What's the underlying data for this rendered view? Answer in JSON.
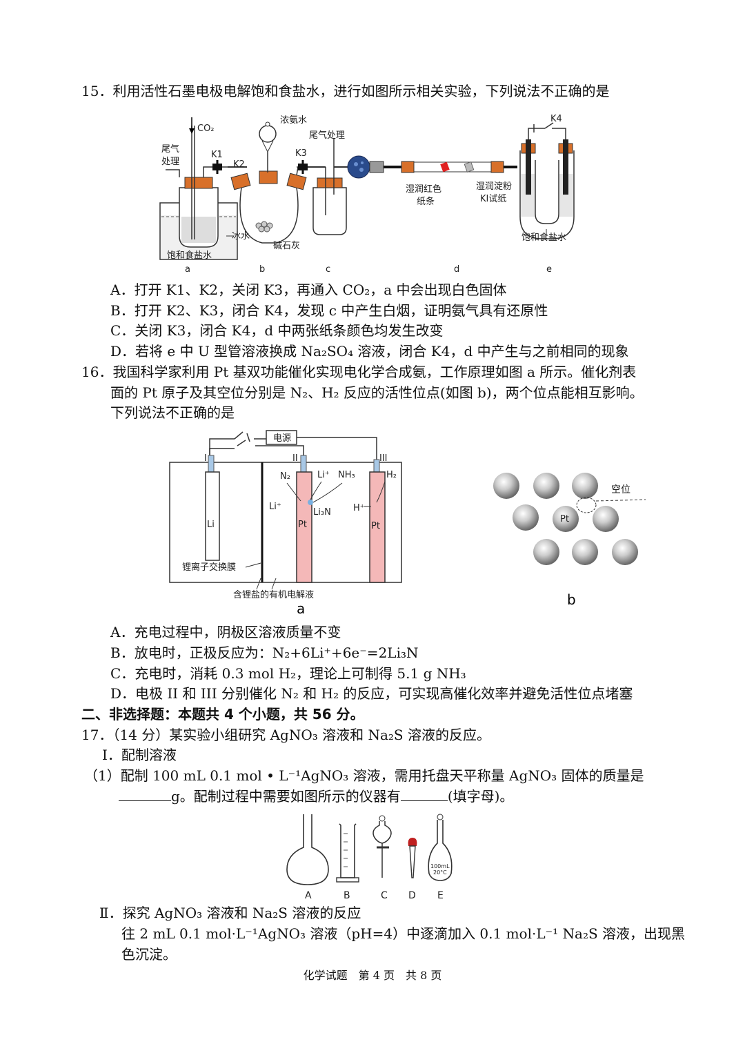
{
  "q15": {
    "stem": "15．利用活性石墨电极电解饱和食盐水，进行如图所示相关实验，下列说法不正确的是",
    "figure": {
      "co2": "CO₂",
      "tail_gas_a_1": "尾气",
      "tail_gas_a_2": "处理",
      "k1": "K1",
      "k2": "K2",
      "k3": "K3",
      "k4": "K4",
      "ammonia": "浓氨水",
      "tail_gas_c": "尾气处理",
      "ice_water": "冰水",
      "soda_lime": "碱石灰",
      "brine_a": "饱和食盐水",
      "wet_red_1": "湿润红色",
      "wet_red_2": "纸条",
      "wet_ki_1": "湿润淀粉",
      "wet_ki_2": "KI试纸",
      "brine_e": "饱和食盐水",
      "label_a": "a",
      "label_b": "b",
      "label_c": "c",
      "label_d": "d",
      "label_e": "e"
    },
    "options": [
      "A．打开 K1、K2，关闭 K3，再通入 CO₂，a 中会出现白色固体",
      "B．打开 K2、K3，闭合 K4，发现 c 中产生白烟，证明氨气具有还原性",
      "C．关闭 K3，闭合 K4，d 中两张纸条颜色均发生改变",
      "D．若将 e 中 U 型管溶液换成 Na₂SO₄ 溶液，闭合 K4，d 中产生与之前相同的现象"
    ]
  },
  "q16": {
    "stem_1": "16．我国科学家利用 Pt 基双功能催化实现电化学合成氨，工作原理如图 a 所示。催化剂表",
    "stem_2": "面的 Pt 原子及其空位分别是 N₂、H₂ 反应的活性位点(如图 b)，两个位点能相互影响。",
    "stem_3": "下列说法不正确的是",
    "figure_a": {
      "power": "电源",
      "e1": "I",
      "e2": "II",
      "e3": "III",
      "li": "Li",
      "pt": "Pt",
      "n2": "N₂",
      "li_plus_top": "Li⁺",
      "nh3": "NH₃",
      "h2": "H₂",
      "li_plus_left": "Li⁺",
      "li3n": "Li₃N",
      "h_plus": "H⁺",
      "membrane": "锂离子交换膜",
      "electrolyte": "含锂盐的有机电解液",
      "caption": "a"
    },
    "figure_b": {
      "vacancy": "空位",
      "pt": "Pt",
      "caption": "b"
    },
    "options": [
      "A．充电过程中，阴极区溶液质量不变",
      "B．放电时，正极反应为：N₂+6Li⁺+6e⁻=2Li₃N",
      "C．充电时，消耗 0.3 mol H₂，理论上可制得 5.1 g NH₃",
      "D．电极 II 和 III 分别催化 N₂ 和 H₂ 的反应，可实现高催化效率并避免活性位点堵塞"
    ]
  },
  "section2": "二、非选择题：本题共 4 个小题，共 56 分。",
  "q17": {
    "stem": "17．（14 分）某实验小组研究 AgNO₃ 溶液和 Na₂S 溶液的反应。",
    "part1": "Ⅰ．配制溶液",
    "sub1_line1": "（1）配制 100 mL 0.1 mol • L⁻¹AgNO₃ 溶液，需用托盘天平称量 AgNO₃ 固体的质量是",
    "sub1_line2a": "g。配制过程中需要如图所示的仪器有",
    "sub1_line2b": "(填字母)。",
    "instr": {
      "a": "A",
      "b": "B",
      "c": "C",
      "d": "D",
      "e": "E",
      "flask_text_1": "100mL",
      "flask_text_2": "20°C"
    },
    "part2": "Ⅱ．探究 AgNO₃ 溶液和 Na₂S 溶液的反应",
    "part2_line1": "往 2 mL 0.1 mol·L⁻¹AgNO₃ 溶液（pH=4）中逐滴加入 0.1 mol·L⁻¹ Na₂S 溶液，出现黑",
    "part2_line2": "色沉淀。"
  },
  "footer": "化学试题　第 4 页　共 8 页"
}
